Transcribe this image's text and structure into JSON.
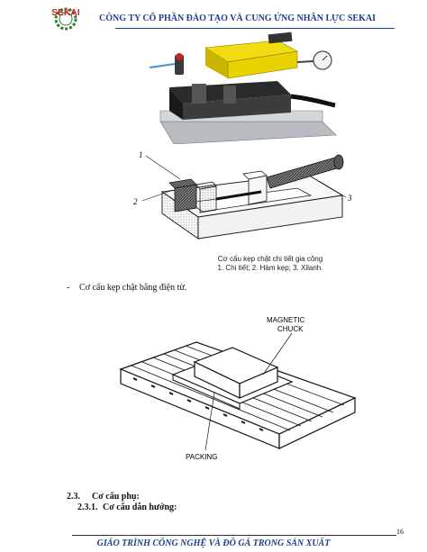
{
  "header": {
    "logo_text": "SEKAI",
    "company": "CÔNG TY CỔ PHẦN ĐÀO TẠO VÀ CUNG ỨNG NHÂN LỰC SEKAI"
  },
  "figures": {
    "vise": {
      "callout_1": "1",
      "callout_2": "2",
      "callout_3": "3",
      "caption_line1": "Cơ cấu kẹp chặt chi tiết gia công",
      "caption_line2": "1. Chi tiết; 2. Hàm kẹp; 3. Xilanh."
    },
    "chuck": {
      "label_magnetic": "MAGNETIC",
      "label_chuck": "CHUCK",
      "label_packing": "PACKING"
    }
  },
  "body": {
    "bullet_dash": "-",
    "bullet_text": "Cơ cấu kẹp chặt bằng điện từ."
  },
  "sections": [
    {
      "num": "2.3.",
      "title": "Cơ cấu phụ:"
    },
    {
      "num": "2.3.1.",
      "title": "Cơ cấu dẫn hướng:"
    }
  ],
  "footer": {
    "page": "16",
    "title": "GIÁO TRÌNH CÔNG NGHỆ VÀ ĐỒ GÁ TRONG SẢN XUẤT"
  },
  "colors": {
    "brand_red": "#c62020",
    "brand_blue": "#1d3f8a",
    "vise_yellow": "#e8d200"
  }
}
